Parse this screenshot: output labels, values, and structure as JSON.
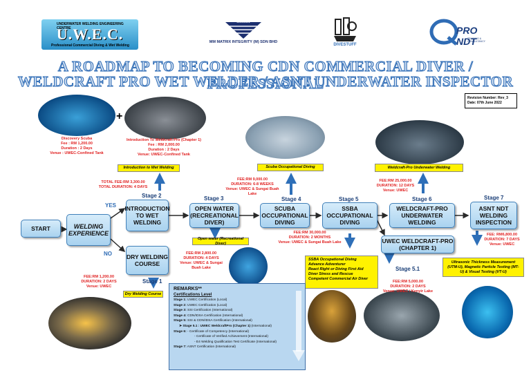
{
  "logos": {
    "uwec_text": "U.W.E.C.",
    "uwec_top": "UNDERWATER WELDING ENGINEERING CENTRE",
    "uwec_bottom": "Professional Commercial Diving & Wet Welding",
    "mmmi_badge": "MMMI",
    "mmmi_name": "MM MATRIX INTEGRITY (M) SDN BHD",
    "divestuff": "DIVESTUFF",
    "prondt": "PRO NDT",
    "prondt_sub": "TRAINING & CONSULTANCY"
  },
  "title": {
    "line1": "A ROADMAP TO BECOMING CDN COMMERCIAL DIVER / PROFESSIONAL",
    "line2": "WELDCRAFT PRO WET WELDER / ASNT UNDERWATER INSPECTOR"
  },
  "revision": {
    "number": "Revision Number: Rev_3",
    "date": "Date: 07th June 2022"
  },
  "flow": {
    "start": "START",
    "welding_experience": "WELDING EXPERIENCE",
    "yes": "YES",
    "no": "NO",
    "intro_wet_welding": "INTRODUCTION TO WET WELDING",
    "dry_welding": "DRY WELDING COURSE",
    "open_water": "OPEN WATER (RECREATIONAL DIVER)",
    "scuba_occ": "SCUBA OCCUPATIONAL DIVING",
    "ssba_occ": "SSBA OCCUPATIONAL DIVING",
    "weldcraft": "WELDCRAFT-PRO UNDERWATER WELDING",
    "uwec_weldcraft": "UWEC WELDCRAFT-PRO (CHAPTER 1)",
    "asnt": "ASNT NDT WELDING INSPECTION"
  },
  "stages": {
    "s1": "Stage 1",
    "s2": "Stage 2",
    "s3": "Stage 3",
    "s4": "Stage 4",
    "s5": "Stage 5",
    "s51": "Stage 5.1",
    "s6": "Stage 6",
    "s7": "Stage 7"
  },
  "fees": {
    "discovery": [
      "Discovery Scuba",
      "Fee : RM 1,200.00",
      "Duration : 2 Days",
      "Venue : UWEC-Confined Tank"
    ],
    "intro_ch1": [
      "Introduction To Weldcraft-Pro (Chapter 1)",
      "Fee : RM 2,000.00",
      "Duration : 2 Days",
      "Venue: UWEC-Confined Tank"
    ],
    "stage2_total": [
      "TOTAL FEE:RM 3,300.00",
      "TOTAL DURATION: 4 DAYS"
    ],
    "stage1": [
      "FEE:RM 1,200.00",
      "DURATION: 2 DAYS",
      "Venue: UWEC"
    ],
    "stage3": [
      "FEE:RM 2,800.00",
      "DURATION: 4 DAYS",
      "Venue: UWEC & Sungai Buah Lake"
    ],
    "stage4": [
      "FEE:RM 9,000.00",
      "DURATION: 6-8 WEEKS",
      "Venue: UWEC & Sungai Buah Lake"
    ],
    "stage5": [
      "FEE:RM 30,000.00",
      "DURATION: 2 MONTHS",
      "Venue: UWEC & Sungai Buah Lake"
    ],
    "stage51": [
      "FEE:RM 5,000.00",
      "DURATION: 2 DAYS",
      "Venue: UWEC / Kenyir Lake"
    ],
    "stage6": [
      "FEE:RM 25,000.00",
      "DURATION: 12 DAYS",
      "Venue: UWEC"
    ],
    "stage7": [
      "FEE: RM6,800.00",
      "DURATION: 7 DAYS",
      "Venue: UWEC"
    ]
  },
  "yellow_labels": {
    "intro_wet": "Introduction to Wet Welding",
    "dry_course": "Dry Welding Course",
    "open_water": "Open water (Recreational Diver)",
    "scuba_occ": "Scuba Occupational Diving",
    "weldcraft": "Weldcraft-Pro Underwater Welding",
    "ssba": [
      "SSBA Occupational Diving",
      "Advance Adventurer",
      "React Right or Diving First Aid",
      "Diver Stress and Rescue",
      "Competent Commercial Air Diver"
    ],
    "asnt": "Ultrasonic Thickness Measurement (UTM-U), Magnetic Particle Testing (MT-U) & Visual Testing (VT-U)"
  },
  "remarks": {
    "heading": "REMARKS**",
    "subheading": "Certifications Level",
    "lines": [
      {
        "label": "Stage 1:",
        "text": " UWEC Certification (Local)"
      },
      {
        "label": "Stage 2:",
        "text": " UWEC Certification (Local)"
      },
      {
        "label": "Stage 3:",
        "text": " SSI Certification (International)"
      },
      {
        "label": "Stage 4:",
        "text": " CDN/IDSA Certification (International)"
      },
      {
        "label": "Stage 5:",
        "text": " SSI & CDN/IDSA Certification (International)"
      },
      {
        "label": "➤  Stage 5.1 : UWEC WeldcraftPro (Chapter 1)",
        "text": " (International)"
      },
      {
        "label": "Stage 6:",
        "text": " - Certificate of Competency (International)"
      },
      {
        "label": "",
        "text": "- Certificate of Verified Achievement (International)"
      },
      {
        "label": "",
        "text": "- E4 Welding Qualification Test Certificate (International)"
      },
      {
        "label": "Stage 7:",
        "text": " ASNT Certification (International)"
      }
    ]
  },
  "colors": {
    "box_fill": "#b8dcf4",
    "arrow": "#2e6fb8",
    "fee_red": "#e02020",
    "yellow": "#fff200",
    "title_stroke": "#2f6cb5"
  }
}
